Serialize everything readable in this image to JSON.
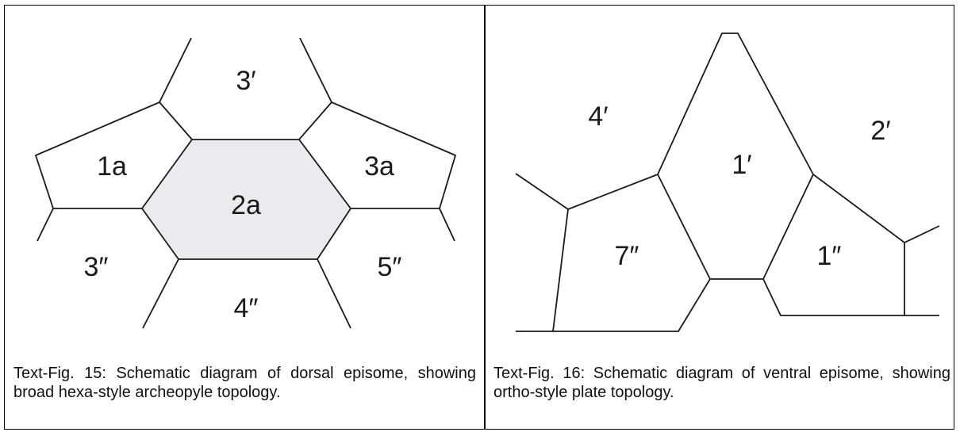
{
  "colors": {
    "line": "#1a1a1a",
    "plate_fill": "#e9ebee",
    "background": "#ffffff"
  },
  "figures": [
    {
      "caption": "Text-Fig. 15: Schematic diagram of dorsal episome, showing broad hexa-style archeopyle topology.",
      "plates": {
        "p3p": "3′",
        "p1a": "1a",
        "p2a": "2a",
        "p3a": "3a",
        "p3pp": "3″",
        "p4pp": "4″",
        "p5pp": "5″"
      }
    },
    {
      "caption": "Text-Fig. 16: Schematic diagram of ventral episome, showing ortho-style plate topology.",
      "plates": {
        "p4p": "4′",
        "p1p": "1′",
        "p2p": "2′",
        "p7pp": "7″",
        "p1pp": "1″"
      }
    }
  ]
}
